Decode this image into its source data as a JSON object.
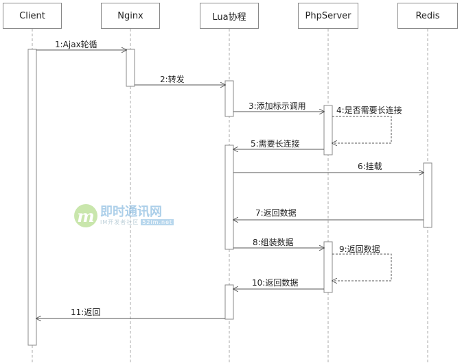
{
  "actors": [
    {
      "id": "client",
      "label": "Client"
    },
    {
      "id": "nginx",
      "label": "Nginx"
    },
    {
      "id": "lua",
      "label": "Lua协程"
    },
    {
      "id": "php",
      "label": "PhpServer"
    },
    {
      "id": "redis",
      "label": "Redis"
    }
  ],
  "messages": [
    {
      "id": "m1",
      "label": "1:Ajax轮循"
    },
    {
      "id": "m2",
      "label": "2:转发"
    },
    {
      "id": "m3",
      "label": "3:添加标示调用"
    },
    {
      "id": "m4",
      "label": "4:是否需要长连接"
    },
    {
      "id": "m5",
      "label": "5:需要长连接"
    },
    {
      "id": "m6",
      "label": "6:挂载"
    },
    {
      "id": "m7",
      "label": "7:返回数据"
    },
    {
      "id": "m8",
      "label": "8:组装数据"
    },
    {
      "id": "m9",
      "label": "9:返回数据"
    },
    {
      "id": "m10",
      "label": "10:返回数据"
    },
    {
      "id": "m11",
      "label": "11:返回"
    }
  ],
  "watermark": {
    "logo_letter": "m",
    "title": "即时通讯网",
    "subtitle": "IM开发者社区",
    "site": "52im.net"
  },
  "colors": {
    "lifeline": "#aaaaaa",
    "border": "#888888",
    "arrow": "#555555",
    "watermark_green": "#9ed36a",
    "watermark_blue": "#6aa8d8"
  }
}
